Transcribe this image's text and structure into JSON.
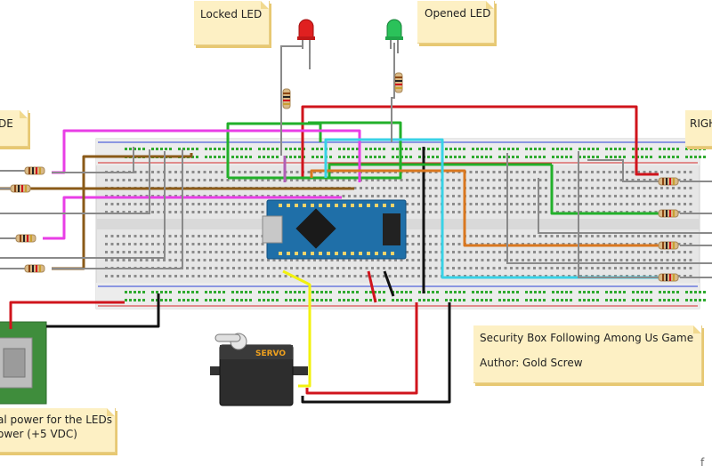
{
  "notes": {
    "locked_led": "Locked LED",
    "opened_led": "Opened LED",
    "left_label": "DE",
    "right_label": "RIGH",
    "credit_title": "Security Box Following Among Us Game",
    "credit_author": "Author: Gold Screw",
    "power_line1": "al power for the LEDs",
    "power_line2": "ower (+5 VDC)"
  },
  "corner_mark": "f",
  "servo_label": "SERVO",
  "colors": {
    "red": "#d0141c",
    "green": "#22b02a",
    "magenta": "#e83ee6",
    "brown": "#8a5a18",
    "orange": "#d9771f",
    "cyan": "#39d2e6",
    "gray": "#8a8a8a",
    "black": "#111111",
    "yellow": "#f2f20e",
    "arduino_blue": "#1f6fa8",
    "breadboard": "#e8e8e8",
    "note": "#fdf0c4"
  }
}
